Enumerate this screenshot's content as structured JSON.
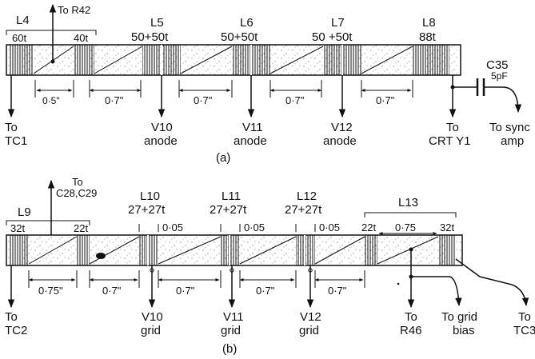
{
  "a": {
    "caption": "(a)",
    "coils": [
      {
        "name": "L4",
        "turns": "60t",
        "turns2": "40t"
      },
      {
        "name": "L5",
        "turns": "50+50t"
      },
      {
        "name": "L6",
        "turns": "50+50t"
      },
      {
        "name": "L7",
        "turns": "50 +50t"
      },
      {
        "name": "L8",
        "turns": "88t"
      }
    ],
    "spacings": [
      "0·5\"",
      "0·7\"",
      "0·7\"",
      "0·7\"",
      "0·7\""
    ],
    "taps": [
      {
        "line1": "To",
        "line2": "TC1"
      },
      {
        "line1": "V10",
        "line2": "anode"
      },
      {
        "line1": "V11",
        "line2": "anode"
      },
      {
        "line1": "V12",
        "line2": "anode"
      },
      {
        "line1": "To",
        "line2": "CRT Y1"
      },
      {
        "line1": "To sync",
        "line2": "amp"
      }
    ],
    "to_r42": "To R42",
    "capacitor": {
      "name": "C35",
      "value": "5pF"
    }
  },
  "b": {
    "caption": "(b)",
    "coils": [
      {
        "name": "L9",
        "turns": "32t",
        "turns2": "22t"
      },
      {
        "name": "L10",
        "turns": "27+27t",
        "gap": "0·05"
      },
      {
        "name": "L11",
        "turns": "27+27t",
        "gap": "0·05"
      },
      {
        "name": "L12",
        "turns": "27+27t",
        "gap": "0·05"
      },
      {
        "name": "L13",
        "turns": "22t",
        "turns2": "32t",
        "gap": "0·75"
      }
    ],
    "spacings": [
      "0·75\"",
      "0·7\"",
      "0·7\"",
      "0·7\"",
      "0·7\""
    ],
    "to_c28": {
      "line1": "To",
      "line2": "C28,C29"
    },
    "taps": [
      {
        "line1": "To",
        "line2": "TC2"
      },
      {
        "line1": "V10",
        "line2": "grid"
      },
      {
        "line1": "V11",
        "line2": "grid"
      },
      {
        "line1": "V12",
        "line2": "grid"
      },
      {
        "line1": "To",
        "line2": "R46"
      },
      {
        "line1": "To grid",
        "line2": "bias"
      },
      {
        "line1": "To",
        "line2": "TC3"
      }
    ]
  },
  "colors": {
    "ink": "#111111",
    "paper": "#ffffff",
    "dots": "#666666"
  }
}
